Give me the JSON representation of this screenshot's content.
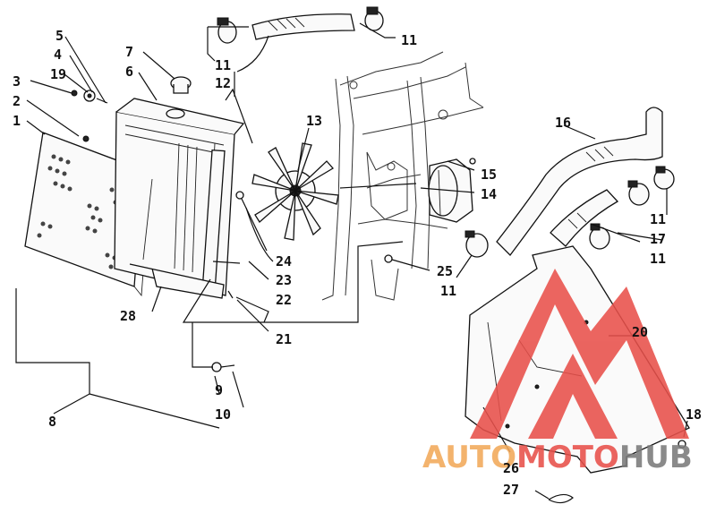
{
  "diagram": {
    "labels": {
      "p1": "1",
      "p2": "2",
      "p3": "3",
      "p4": "4",
      "p5": "5",
      "p6": "6",
      "p7": "7",
      "p8": "8",
      "p9": "9",
      "p10": "10",
      "p11a": "11",
      "p11b": "11",
      "p11c": "11",
      "p11d": "11",
      "p11e": "11",
      "p12": "12",
      "p13": "13",
      "p14": "14",
      "p15": "15",
      "p16": "16",
      "p17": "17",
      "p18": "18",
      "p19": "19",
      "p20": "20",
      "p21": "21",
      "p22": "22",
      "p23": "23",
      "p24": "24",
      "p25": "25",
      "p26": "26",
      "p27": "27",
      "p28": "28"
    }
  },
  "watermark": {
    "part1": "AUTO",
    "part2": "MOTO",
    "part3": "HUB",
    "colors": {
      "red": "#e8504a",
      "orange": "#f2a95a",
      "gray": "#7a7a7a"
    }
  }
}
